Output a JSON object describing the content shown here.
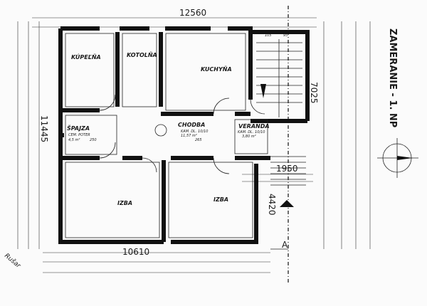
{
  "title": "ZAMERANIE - 1. NP",
  "dimensions": {
    "top": "12560",
    "bottom": "10610",
    "left": "11445",
    "right_upper": "7025",
    "right_middle": "1950",
    "right_lower": "4420"
  },
  "rooms": {
    "kupelna": "KÚPEĽŇA",
    "kotolna": "KOTOLŇA",
    "kuchyna": "KUCHYŇA",
    "spajza": "ŠPAJZA",
    "chodba": "CHODBA",
    "veranda": "VERANDA",
    "izba_left": "IZBA",
    "izba_right": "IZBA"
  },
  "notes": {
    "spajza_1": "CEM. POTER",
    "spajza_2": "4,5 m²",
    "spajza_3": "250",
    "chodba_1": "KAM. DL. 10/10",
    "chodba_2": "11,57 m²",
    "chodba_3": "265",
    "veranda_1": "KAM. DL. 10/10",
    "veranda_2": "3,80 m²",
    "stair_top_1": "105",
    "stair_top_2": "95",
    "section_mark": "A",
    "corner_note": "Rušar"
  },
  "colors": {
    "ink": "#111111",
    "paper": "#fbfbfb"
  }
}
